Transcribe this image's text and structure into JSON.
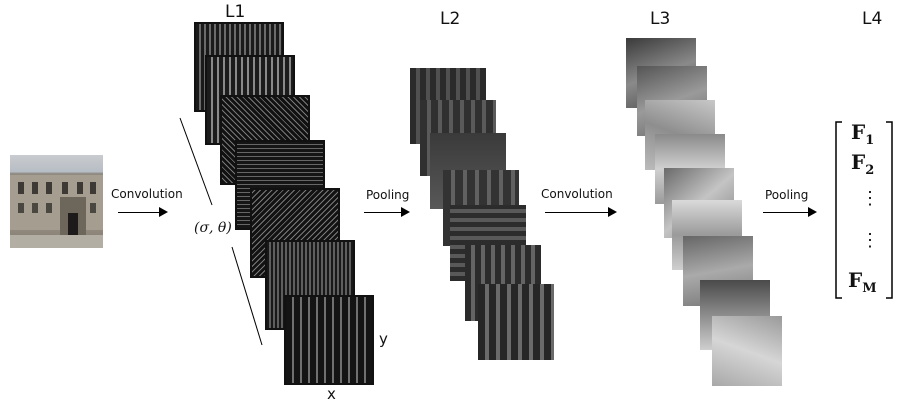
{
  "labels": {
    "l1": "L1",
    "l2": "L2",
    "l3": "L3",
    "l4": "L4"
  },
  "operations": {
    "conv1": "Convolution",
    "pool1": "Pooling",
    "conv2": "Convolution",
    "pool2": "Pooling"
  },
  "params": "(σ, θ)",
  "axes": {
    "y": "y",
    "x": "x"
  },
  "features": {
    "f1_base": "F",
    "f1_sub": "1",
    "f2_base": "F",
    "f2_sub": "2",
    "dots1": "⋮",
    "dots2": "⋮",
    "fm_base": "F",
    "fm_sub": "M"
  },
  "input_image": "building-photo"
}
